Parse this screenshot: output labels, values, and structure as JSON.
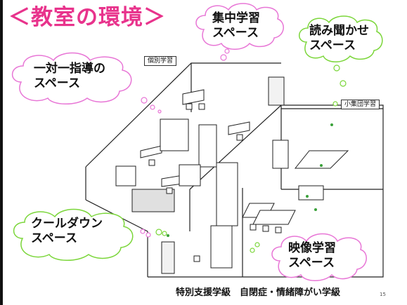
{
  "title": "＜教室の環境＞",
  "clouds": {
    "shuchu": "集中学習\nスペース",
    "yomikikase": "読み聞かせ\nスペース",
    "ittaiichi": "一対一指導の\nスペース",
    "cooldown": "クールダウン\nスペース",
    "eizo": "映像学習\nスペース"
  },
  "rooms": {
    "kobetsu": "個別学習",
    "shoshudan": "小集団学習"
  },
  "footer": "特別支援学級　自閉症・情緒障がい学級",
  "page_number": "15",
  "colors": {
    "title": "#e8338c",
    "cloud_stroke": "#e876d6",
    "cloud_fill": "#ffffff",
    "cloud_green_stroke": "#7bd63a",
    "green_dot": "#3aa13a"
  }
}
